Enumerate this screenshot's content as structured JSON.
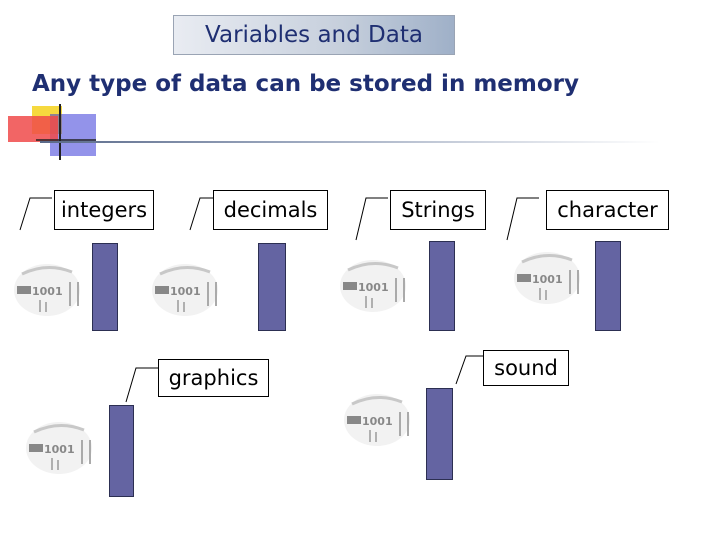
{
  "slide": {
    "title": "Variables and Data",
    "heading": "Any type of data can be stored in memory"
  },
  "items": [
    {
      "label": "integers"
    },
    {
      "label": "decimals"
    },
    {
      "label": "Strings"
    },
    {
      "label": "character"
    },
    {
      "label": "graphics"
    },
    {
      "label": "sound"
    }
  ],
  "chip": {
    "text": "1001"
  },
  "colors": {
    "title_text": "#1f2f72",
    "memory_block": "#6464a2",
    "ornament_red": "#f04a4a",
    "ornament_yellow": "#f5d21c",
    "ornament_blue": "#3a3ad8"
  }
}
